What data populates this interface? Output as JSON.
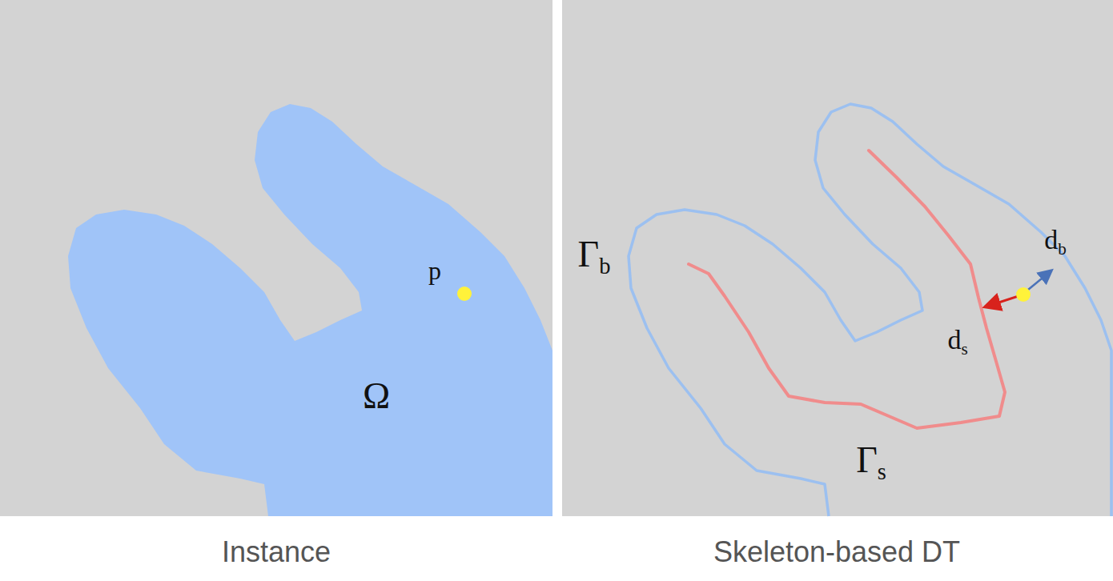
{
  "diagram": {
    "labels": [
      "p",
      "Ω",
      "Γb",
      "db",
      "ds",
      "Γs",
      "Instance",
      "Skeleton-based DT"
    ]
  }
}
